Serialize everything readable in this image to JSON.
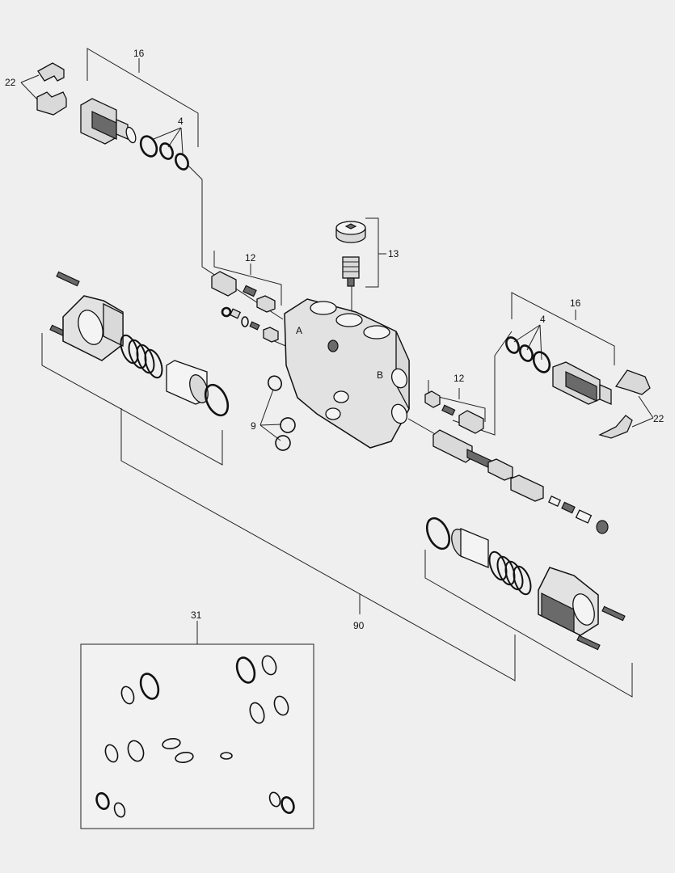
{
  "callouts": {
    "c16_top": "16",
    "c22_top": "22",
    "c4_top": "4",
    "c13": "13",
    "c12_top": "12",
    "c16_right": "16",
    "c4_right": "4",
    "c12_right": "12",
    "c22_right": "22",
    "c9": "9",
    "c90": "90",
    "c31": "31"
  },
  "body_port_labels": {
    "port_a": "A",
    "port_b": "B"
  },
  "colors": {
    "background": "#efefef",
    "line": "#111111",
    "part_fill": "#d9d9d9",
    "part_dark": "#6a6a6a"
  }
}
